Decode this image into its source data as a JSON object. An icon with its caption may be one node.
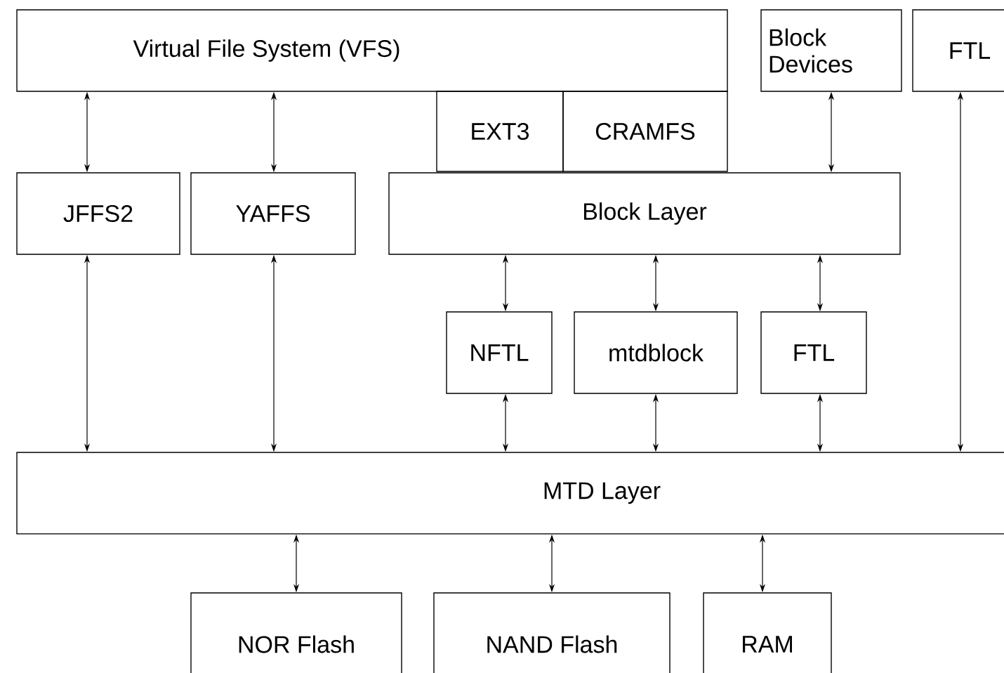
{
  "diagram": {
    "nodes": [
      {
        "text": [
          "Virtual File System (VFS)"
        ]
      },
      {
        "text": [
          "EXT3"
        ]
      },
      {
        "text": [
          "CRAMFS"
        ]
      },
      {
        "text": [
          "Block Devices"
        ]
      },
      {
        "text": [
          "FTL"
        ]
      },
      {
        "text": [
          "JFFS2"
        ]
      },
      {
        "text": [
          "YAFFS"
        ]
      },
      {
        "text": [
          "Block Layer"
        ]
      },
      {
        "text": [
          "NFTL"
        ]
      },
      {
        "text": [
          "mtdblock"
        ]
      },
      {
        "text": [
          "FTL"
        ]
      },
      {
        "text": [
          "MTD Layer"
        ]
      },
      {
        "text": [
          "NOR Flash"
        ]
      },
      {
        "text": [
          "NAND Flash"
        ]
      },
      {
        "text": [
          "RAM"
        ]
      }
    ],
    "edges": [
      {
        "from": 0,
        "to": 5,
        "arrow": "both"
      },
      {
        "from": 0,
        "to": 6,
        "arrow": "both"
      },
      {
        "from": 3,
        "to": 7,
        "arrow": "both"
      },
      {
        "from": 7,
        "to": 8,
        "arrow": "both"
      },
      {
        "from": 7,
        "to": 9,
        "arrow": "both"
      },
      {
        "from": 7,
        "to": 10,
        "arrow": "both"
      },
      {
        "from": 5,
        "to": 11,
        "arrow": "both"
      },
      {
        "from": 6,
        "to": 11,
        "arrow": "both"
      },
      {
        "from": 8,
        "to": 11,
        "arrow": "both"
      },
      {
        "from": 9,
        "to": 11,
        "arrow": "both"
      },
      {
        "from": 10,
        "to": 11,
        "arrow": "both"
      },
      {
        "from": 4,
        "to": 11,
        "arrow": "both"
      },
      {
        "from": 11,
        "to": 12,
        "arrow": "both"
      },
      {
        "from": 11,
        "to": 13,
        "arrow": "both"
      },
      {
        "from": 11,
        "to": 14,
        "arrow": "both"
      }
    ]
  }
}
